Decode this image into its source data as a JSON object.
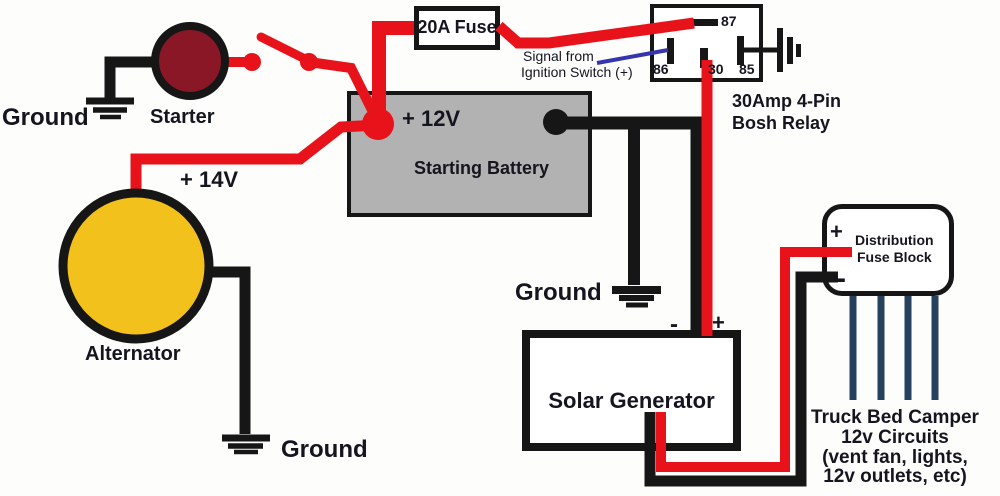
{
  "labels": {
    "ground_top_left": "Ground",
    "starter": "Starter",
    "alt_voltage": "+ 14V",
    "alternator": "Alternator",
    "ground_bottom_left": "Ground",
    "battery_voltage": "+ 12V",
    "battery_name": "Starting Battery",
    "fuse": "20A Fuse",
    "signal_line1": "Signal from",
    "signal_line2": "Ignition Switch (+)",
    "relay_pin_87": "87",
    "relay_pin_86": "86",
    "relay_pin_30": "30",
    "relay_pin_85": "85",
    "relay_name_line1": "30Amp 4-Pin",
    "relay_name_line2": "Bosh Relay",
    "ground_battery": "Ground",
    "solar_minus": "-",
    "solar_plus": "+",
    "solar_generator": "Solar Generator",
    "dfb_plus": "+",
    "dfb_minus": "-",
    "dfb_line1": "Distribution",
    "dfb_line2": "Fuse Block",
    "camper_line1": "Truck Bed Camper",
    "camper_line2": "12v Circuits",
    "camper_line3": "(vent fan, lights,",
    "camper_line4": "12v outlets, etc)"
  },
  "colors": {
    "wire_red": "#e8131a",
    "wire_black": "#161616",
    "wire_signal_blue": "#3535ad",
    "wire_circuit_navy": "#26415e",
    "battery_fill": "#b2b2b2",
    "alternator_fill": "#f3c11b",
    "starter_fill": "#8a1726",
    "background": "#fdfdfc",
    "text": "#15151f"
  }
}
